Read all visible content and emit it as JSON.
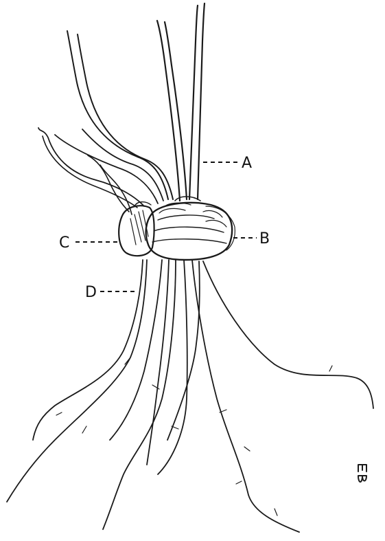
{
  "figure": {
    "labels": {
      "a": "A",
      "b": "B",
      "c": "C",
      "d": "D"
    },
    "monogram": "EB"
  }
}
